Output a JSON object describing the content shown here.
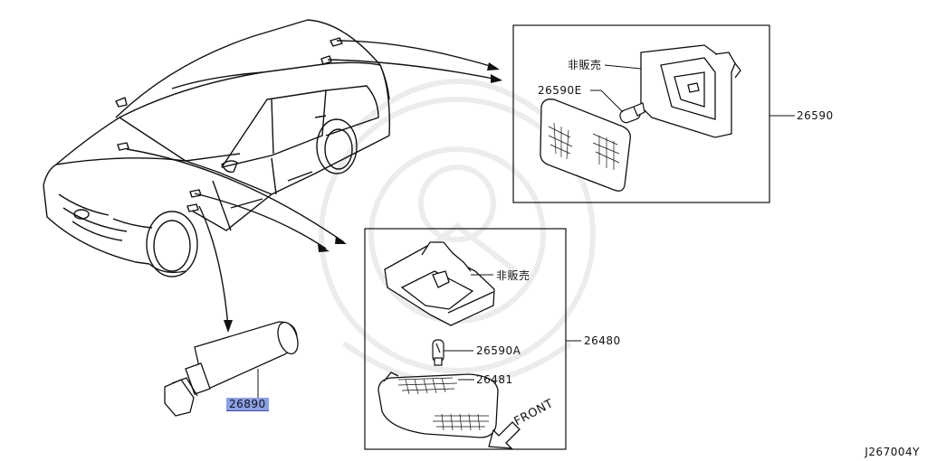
{
  "labels": {
    "not_sold_top": "非販売",
    "p26590E": "26590E",
    "p26590": "26590",
    "not_sold_bottom": "非販売",
    "p26590A": "26590A",
    "p26480": "26480",
    "p26481": "26481",
    "p26890": "26890",
    "front": "FRONT"
  },
  "diagram_code": "J267004Y",
  "highlight_color": "#8aa0e6"
}
